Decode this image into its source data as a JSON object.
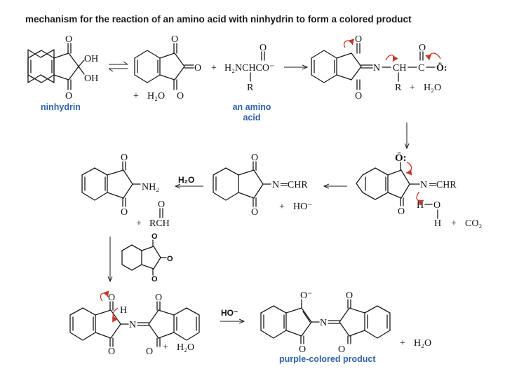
{
  "title": "mechanism for the reaction of an amino acid with ninhydrin to form a colored product",
  "captions": {
    "ninhydrin": "ninhydrin",
    "amino_acid_line1": "an amino",
    "amino_acid_line2": "acid",
    "product": "purple-colored product"
  },
  "labels": {
    "O": "O",
    "OH": "OH",
    "plus": "+",
    "H2O": "H₂O",
    "H2O_bold": "H₂O",
    "amino_acid_formula": "H₂NCHCO⁻",
    "R": "R",
    "N": "N",
    "CH": "CH",
    "C": "C",
    "O_anion": "Ö:",
    "O_anion_top": "Ö:",
    "NH2": "NH₂",
    "CHR": "CHR",
    "eq_CHR": "═CHR",
    "HO_minus": "HO⁻",
    "HO_minus_bold": "HO⁻",
    "RCH": "RCH",
    "H": "H",
    "CO2": "CO₂",
    "O_minus": "O⁻"
  },
  "colors": {
    "caption": "#2e63a8",
    "curly_arrow": "#c0392b",
    "ink": "#1a1a1a"
  }
}
